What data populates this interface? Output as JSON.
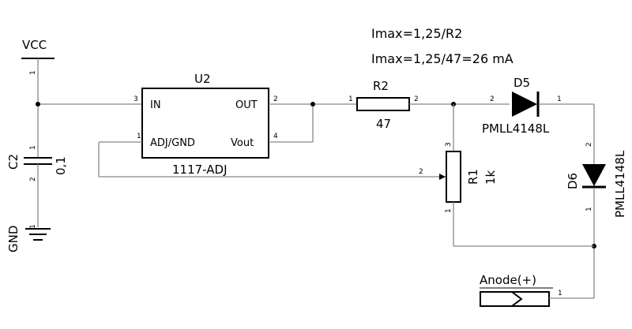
{
  "notes": {
    "formula": "Imax=1,25/R2",
    "calc": "Imax=1,25/47=26  mA"
  },
  "power": {
    "vcc": "VCC",
    "gnd": "GND"
  },
  "c2": {
    "ref": "C2",
    "value": "0,1",
    "pin1": "1",
    "pin2": "2"
  },
  "u2": {
    "ref": "U2",
    "value": "1117-ADJ",
    "pin_in_name": "IN",
    "pin_out_name": "OUT",
    "pin_adj_name": "ADJ/GND",
    "pin_vout_name": "Vout",
    "pin_in_num": "3",
    "pin_out_num": "2",
    "pin_adj_num": "1",
    "pin_vout_num": "4"
  },
  "r2": {
    "ref": "R2",
    "value": "47",
    "pin1": "1",
    "pin2": "2"
  },
  "d5": {
    "ref": "D5",
    "value": "PMLL4148L",
    "pin_anode": "2",
    "pin_cathode": "1"
  },
  "d6": {
    "ref": "D6",
    "value": "PMLL4148L",
    "pin_anode": "2",
    "pin_cathode": "1"
  },
  "r1": {
    "ref": "R1",
    "value": "1k",
    "pin_top": "3",
    "pin_wiper": "2",
    "pin_bottom": "1"
  },
  "connector": {
    "label": "Anode(+)",
    "pin": "1"
  },
  "misc": {
    "vcc_pin": "1",
    "gnd_pin": "1"
  }
}
